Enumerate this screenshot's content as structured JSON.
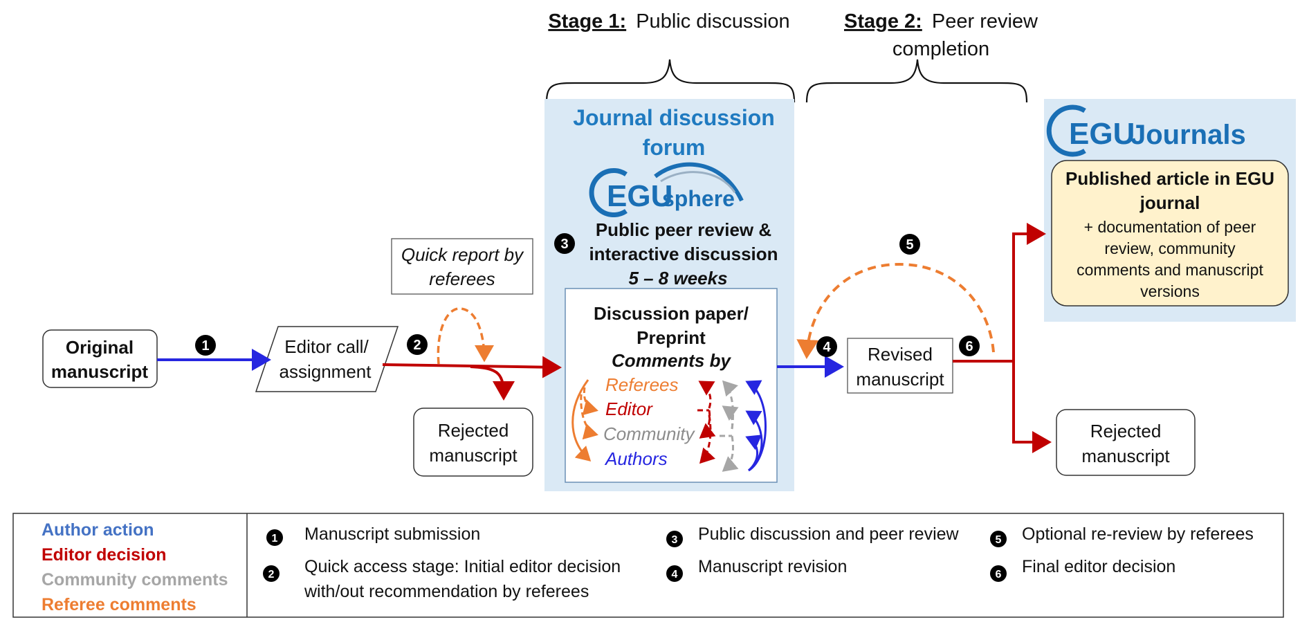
{
  "colors": {
    "author": "#2626e0",
    "editor": "#c00000",
    "community": "#a6a6a6",
    "referee": "#ed7d31",
    "forum_bg": "#dae9f5",
    "article_bg": "#fff2cc",
    "egu_blue": "#1f7ac0"
  },
  "stages": {
    "stage1_label": "Stage 1:",
    "stage1_text": "Public discussion",
    "stage2_label": "Stage 2:",
    "stage2_text_line1": "Peer review",
    "stage2_text_line2": "completion"
  },
  "nodes": {
    "original": {
      "line1": "Original",
      "line2": "manuscript"
    },
    "editor_call": {
      "line1": "Editor call/",
      "line2": "assignment"
    },
    "quick_report": {
      "line1": "Quick report by",
      "line2": "referees"
    },
    "rejected_1": {
      "line1": "Rejected",
      "line2": "manuscript"
    },
    "revised": {
      "line1": "Revised",
      "line2": "manuscript"
    },
    "rejected_2": {
      "line1": "Rejected",
      "line2": "manuscript"
    }
  },
  "forum": {
    "title_line1": "Journal discussion",
    "title_line2": "forum",
    "logo_main": "EGU",
    "logo_suffix": "sphere",
    "review_line1": "Public peer review &",
    "review_line2": "interactive discussion",
    "duration": "5 – 8 weeks",
    "paper_line1": "Discussion paper/",
    "paper_line2": "Preprint",
    "comments_by": "Comments by",
    "commenters": [
      "Referees",
      "Editor",
      "Community",
      "Authors"
    ]
  },
  "journals": {
    "logo_main": "EGU",
    "logo_suffix": "Journals",
    "article_title_line1": "Published article in EGU",
    "article_title_line2": "journal",
    "article_desc": [
      "+ documentation of peer",
      "review, community",
      "comments and manuscript",
      "versions"
    ]
  },
  "step_markers": [
    "1",
    "2",
    "3",
    "4",
    "5",
    "6"
  ],
  "legend": {
    "colors": [
      {
        "label": "Author action",
        "key": "author"
      },
      {
        "label": "Editor decision",
        "key": "editor"
      },
      {
        "label": "Community comments",
        "key": "community"
      },
      {
        "label": "Referee comments",
        "key": "referee"
      }
    ],
    "steps": [
      {
        "num": "1",
        "line1": "Manuscript submission",
        "line2": ""
      },
      {
        "num": "2",
        "line1": "Quick access stage: Initial editor decision",
        "line2": "with/out recommendation by referees"
      },
      {
        "num": "3",
        "line1": "Public discussion and peer review",
        "line2": ""
      },
      {
        "num": "4",
        "line1": "Manuscript revision",
        "line2": ""
      },
      {
        "num": "5",
        "line1": "Optional re-review by referees",
        "line2": ""
      },
      {
        "num": "6",
        "line1": "Final editor decision",
        "line2": ""
      }
    ]
  }
}
